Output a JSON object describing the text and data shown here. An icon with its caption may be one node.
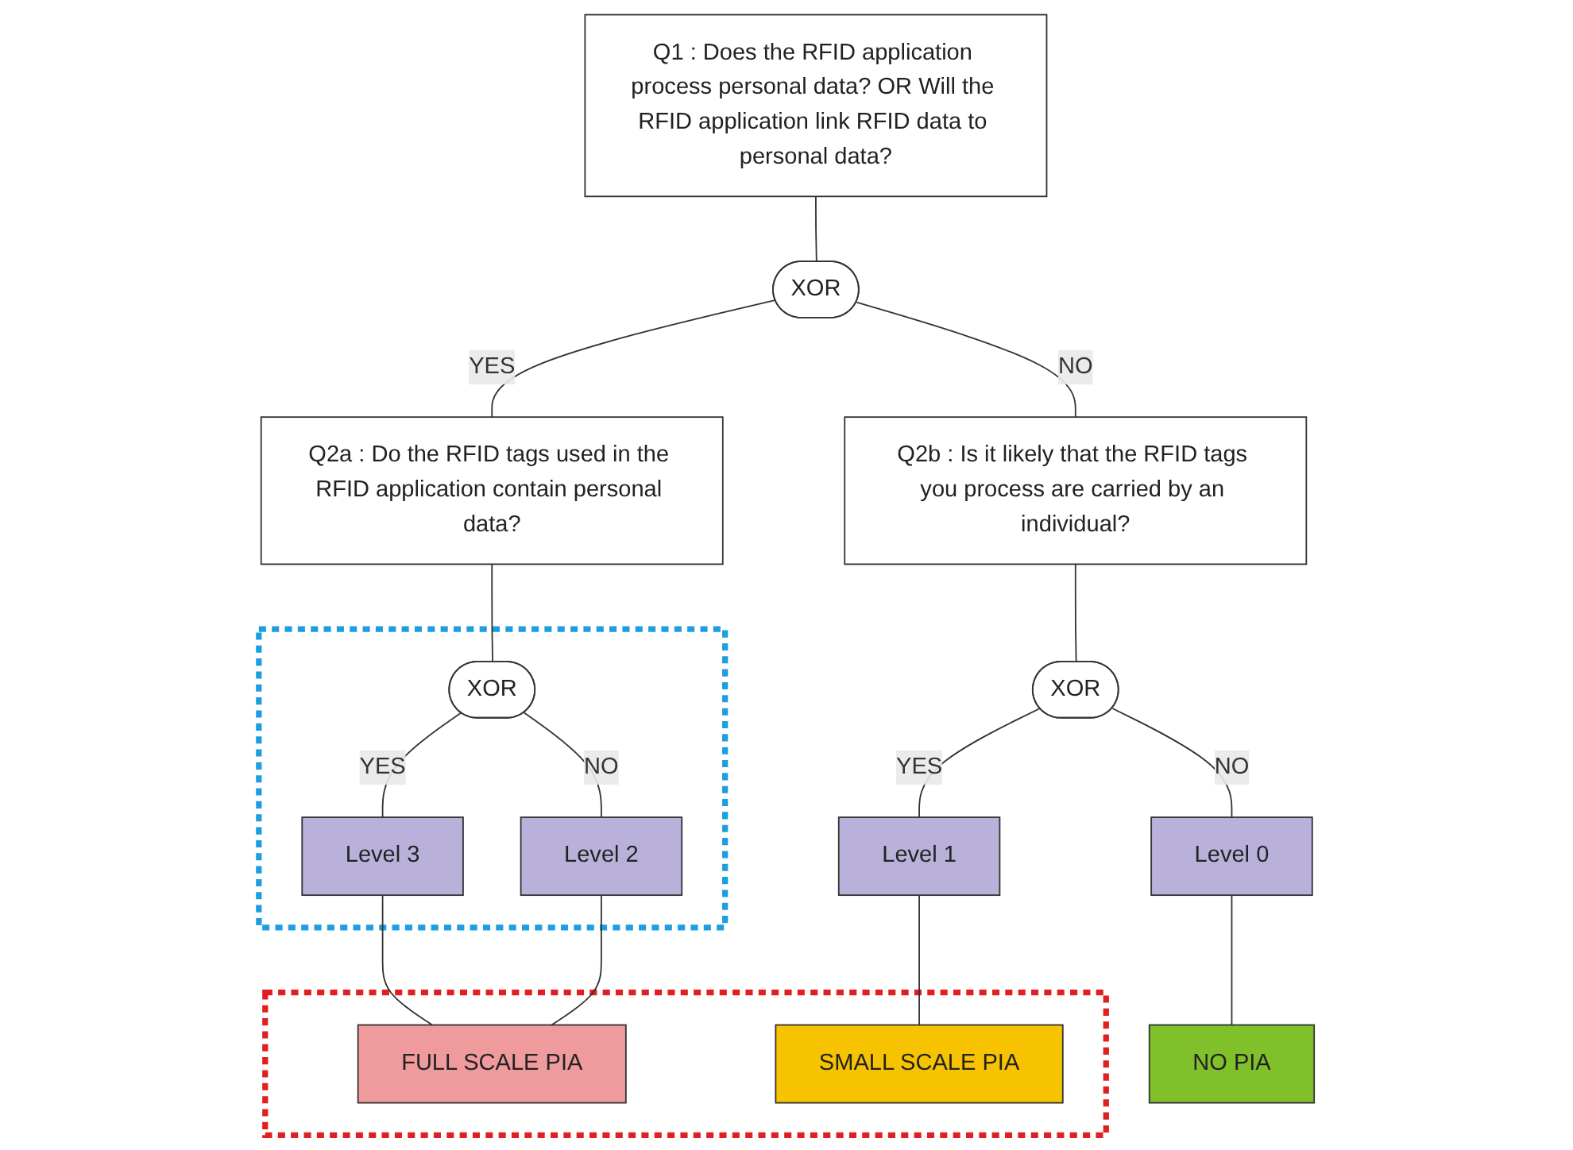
{
  "diagram": {
    "nodes": [
      {
        "text": [
          "Q1 : Does the RFID application process personal data? OR Will the RFID application link RFID data to personal data?"
        ]
      },
      {
        "text": [
          "XOR"
        ]
      },
      {
        "text": [
          "Q2a : Do the RFID tags used in the RFID application contain personal data?"
        ]
      },
      {
        "text": [
          "Q2b : Is it likely that the RFID tags you process are carried by an individual?"
        ]
      },
      {
        "text": [],
        "shape": "box"
      },
      {
        "text": [
          "XOR"
        ],
        "in": 4
      },
      {
        "text": [
          "Level 3"
        ],
        "in": 4
      },
      {
        "text": [
          "Level 2"
        ],
        "in": 4
      },
      {
        "text": [
          "XOR"
        ]
      },
      {
        "text": [
          "Level 1"
        ]
      },
      {
        "text": [
          "Level 0"
        ]
      },
      {
        "text": [],
        "shape": "box"
      },
      {
        "text": [
          "FULL SCALE PIA"
        ],
        "in": 11
      },
      {
        "text": [
          "SMALL SCALE PIA"
        ],
        "in": 11
      },
      {
        "text": [
          "NO PIA"
        ]
      }
    ],
    "edges": [
      {
        "from": 0,
        "to": 1,
        "arrow": "none"
      },
      {
        "from": 1,
        "to": 2,
        "arrow": "none",
        "label": "YES"
      },
      {
        "from": 1,
        "to": 3,
        "arrow": "none",
        "label": "NO"
      },
      {
        "from": 2,
        "to": 5,
        "arrow": "none"
      },
      {
        "from": 5,
        "to": 6,
        "arrow": "none",
        "label": "YES"
      },
      {
        "from": 5,
        "to": 7,
        "arrow": "none",
        "label": "NO"
      },
      {
        "from": 3,
        "to": 8,
        "arrow": "none"
      },
      {
        "from": 8,
        "to": 9,
        "arrow": "none",
        "label": "YES"
      },
      {
        "from": 8,
        "to": 10,
        "arrow": "none",
        "label": "NO"
      },
      {
        "from": 6,
        "to": 12,
        "arrow": "none"
      },
      {
        "from": 7,
        "to": 12,
        "arrow": "none"
      },
      {
        "from": 9,
        "to": 13,
        "arrow": "none"
      },
      {
        "from": 10,
        "to": 14,
        "arrow": "none"
      }
    ]
  }
}
